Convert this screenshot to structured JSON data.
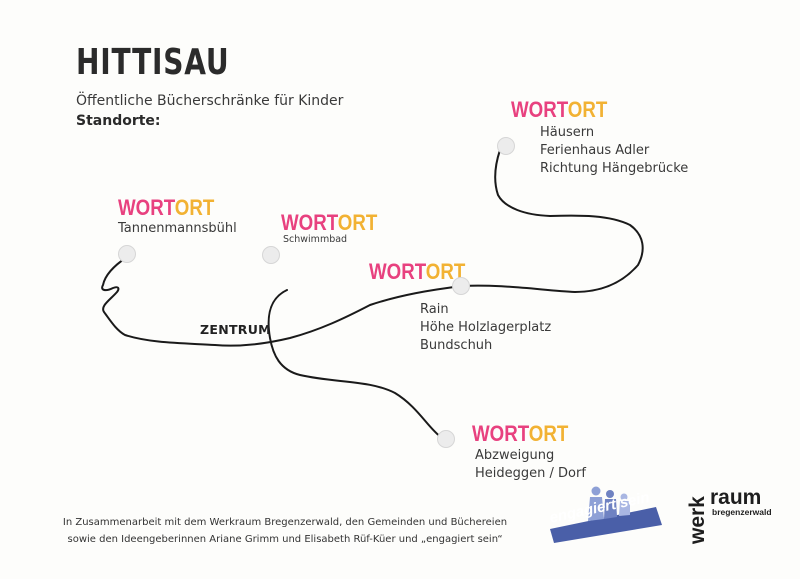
{
  "title": "HITTISAU",
  "subtitle": "Öffentliche Bücherschränke für Kinder",
  "standorte_label": "Standorte:",
  "brand": {
    "word1": "WORT",
    "word2": "ORT",
    "color1": "#e8417f",
    "color2": "#f2b233"
  },
  "locations": {
    "haeusern": {
      "lines": [
        "Häusern",
        "Ferienhaus Adler",
        "Richtung Hängebrücke"
      ]
    },
    "tannenmannsbuehl": {
      "lines": [
        "Tannenmannsbühl"
      ]
    },
    "schwimmbad": {
      "lines": [
        "Schwimmbad"
      ]
    },
    "rain": {
      "lines": [
        "Rain",
        "Höhe Holzlagerplatz",
        "Bundschuh"
      ]
    },
    "abzweigung": {
      "lines": [
        "Abzweigung",
        "Heideggen / Dorf"
      ]
    }
  },
  "zentrum_label": "ZENTRUM",
  "footer": {
    "line1": "In Zusammenarbeit mit dem Werkraum Bregenzerwald, den Gemeinden und Büchereien",
    "line2": "sowie den Ideengeberinnen Ariane Grimm und Elisabeth Rüf-Küer und „engagiert sein“"
  },
  "logos": {
    "engagiert": {
      "text": "engagiert sein",
      "color": "#4a5fa8"
    },
    "werkraum": {
      "werk": "werk",
      "raum": "raum",
      "sub": "bregenzerwald"
    }
  }
}
